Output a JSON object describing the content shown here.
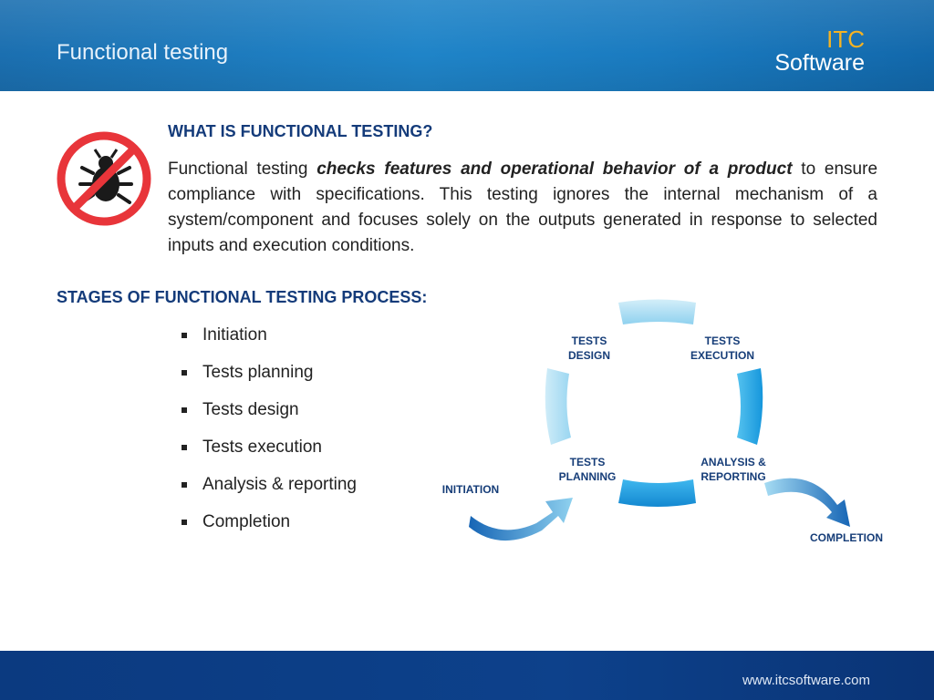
{
  "header": {
    "title": "Functional testing",
    "logo_line1": "ITC",
    "logo_line2": "Software"
  },
  "intro": {
    "heading": "WHAT IS FUNCTIONAL TESTING?",
    "text_before": "Functional testing ",
    "emphasis": "checks features and operational behavior of a product",
    "text_after": " to ensure compliance with specifications. This testing ignores the internal mechanism of a system/component and focuses solely on the outputs generated in response to selected inputs and execution conditions."
  },
  "stages": {
    "heading": "STAGES OF FUNCTIONAL TESTING PROCESS:",
    "items": [
      "Initiation",
      "Tests planning",
      "Tests design",
      "Tests execution",
      "Analysis & reporting",
      "Completion"
    ]
  },
  "diagram": {
    "tests_design": [
      "TESTS",
      "DESIGN"
    ],
    "tests_execution": [
      "TESTS",
      "EXECUTION"
    ],
    "tests_planning": [
      "TESTS",
      "PLANNING"
    ],
    "analysis_reporting": [
      "ANALYSIS &",
      "REPORTING"
    ],
    "initiation": "INITIATION",
    "completion": "COMPLETION"
  },
  "footer": {
    "url": "www.itcsoftware.com"
  },
  "icons": {
    "bug_sign": "no-bugs-icon"
  },
  "colors": {
    "header_blue": "#1f84c8",
    "footer_navy": "#0d418b",
    "heading_navy": "#143b7a",
    "logo_orange": "#f5b323",
    "sign_red": "#e8353a",
    "segment_light": "#a6dcf3",
    "segment_deep": "#1aa6e6"
  }
}
